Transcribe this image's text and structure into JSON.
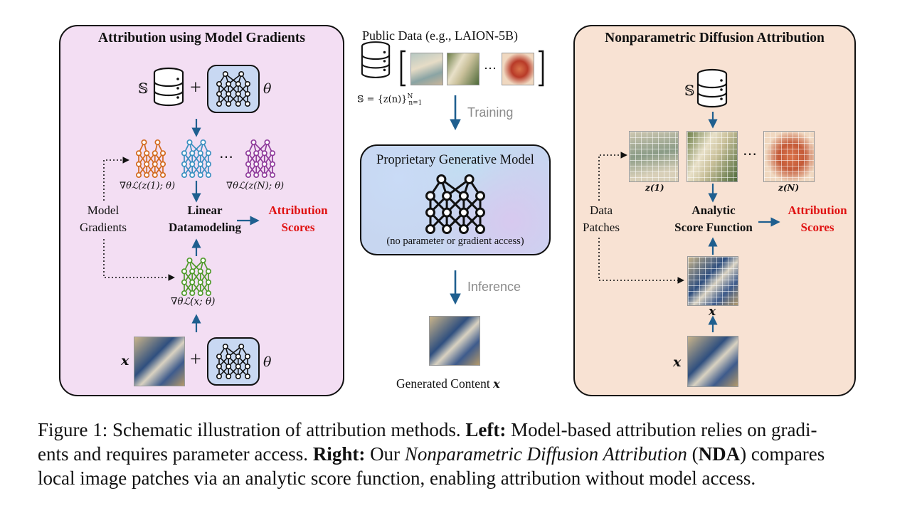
{
  "left_panel": {
    "title": "Attribution using Model Gradients",
    "set_symbol": "𝕊",
    "theta": "θ",
    "plus": "+",
    "grad_first": "∇θℒ(z(1); θ)",
    "grad_last": "∇θℒ(z(N); θ)",
    "ellipsis": "⋯",
    "model_gradients_line1": "Model",
    "model_gradients_line2": "Gradients",
    "linear_line1": "Linear",
    "linear_line2": "Datamodeling",
    "scores_line1": "Attribution",
    "scores_line2": "Scores",
    "grad_x": "∇θℒ(x; θ)",
    "x_symbol": "x"
  },
  "center": {
    "public_data": "Public Data (e.g., LAION-5B)",
    "set_def": "𝕊 = {z(n)}",
    "set_def_sup": "N",
    "set_def_sub": "n=1",
    "ellipsis": "⋯",
    "training": "Training",
    "model_title": "Proprietary Generative Model",
    "model_note": "(no parameter or gradient access)",
    "inference": "Inference",
    "generated": "Generated Content"
  },
  "right_panel": {
    "title": "Nonparametric Diffusion Attribution",
    "set_symbol": "𝕊",
    "z1": "z(1)",
    "zN": "z(N)",
    "ellipsis": "⋯",
    "patches_line1": "Data",
    "patches_line2": "Patches",
    "analytic_line1": "Analytic",
    "analytic_line2": "Score Function",
    "scores_line1": "Attribution",
    "scores_line2": "Scores",
    "x_symbol": "x"
  },
  "caption": {
    "fig_label": "Figure 1:",
    "text1": " Schematic illustration of attribution methods. ",
    "left_label": "Left:",
    "text2": " Model-based attribution relies on gradi-",
    "text3": "ents and requires parameter access. ",
    "right_label": "Right:",
    "text4": " Our ",
    "nda_italic": "Nonparametric Diffusion Attribution",
    "text5": " (",
    "nda_bold": "NDA",
    "text6": ") compares",
    "text7": "local image patches via an analytic score function, enabling attribution without model access."
  },
  "colors": {
    "left_panel_bg": "#f3def3",
    "right_panel_bg": "#f8e2d3",
    "arrow": "#1f5f8f",
    "orange_net": "#d2691e",
    "blue_net": "#3a8fc0",
    "purple_net": "#8e3a9a",
    "green_net": "#4f9a2a",
    "red_text": "#e01010"
  }
}
